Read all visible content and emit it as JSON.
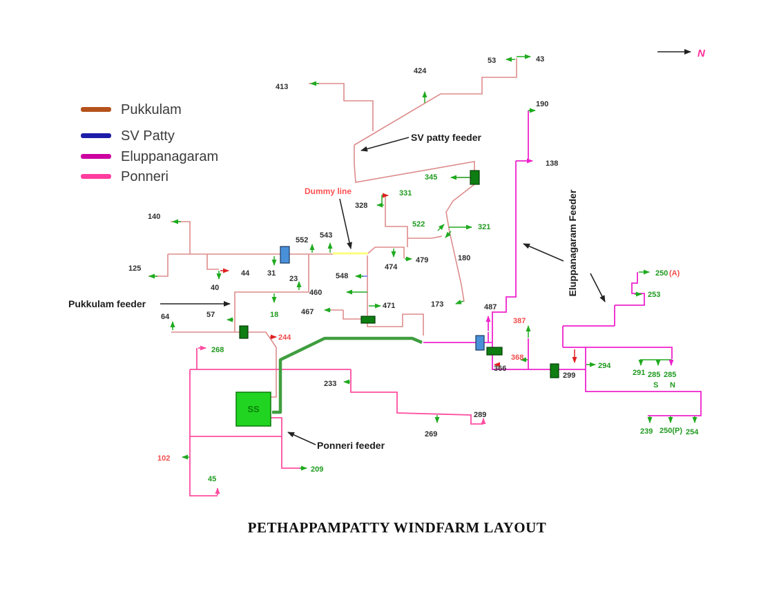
{
  "title": "PETHAPPAMPATTY WINDFARM LAYOUT",
  "north_label": "N",
  "legend": {
    "items": [
      {
        "label": "Pukkulam",
        "color": "#b5521b"
      },
      {
        "label": "SV Patty",
        "color": "#1c1ca8"
      },
      {
        "label": "Eluppanagaram",
        "color": "#cc00a0"
      },
      {
        "label": "Ponneri",
        "color": "#ff3d9e"
      }
    ]
  },
  "annotations": {
    "sv_patty_feeder": "SV patty feeder",
    "eluppanagaram_feeder": "Eluppanagaram Feeder",
    "pukkulam_feeder": "Pukkulam feeder",
    "ponneri_feeder": "Ponneri feeder",
    "dummy_line": "Dummy line",
    "substation": "SS"
  },
  "colors": {
    "sv_patty_line": "#dd8b8b",
    "eluppanagaram_line": "#ee22cc",
    "ponneri_line": "#ff4da0",
    "arrow_green": "#1faa1f",
    "arrow_red": "#e02020",
    "dummy_segment": "#ffff7d",
    "substation_fill": "#21d421"
  },
  "nodes": {
    "n413": "413",
    "n424": "424",
    "n53": "53",
    "n43": "43",
    "n190": "190",
    "n138": "138",
    "n345": "345",
    "n331": "331",
    "n328": "328",
    "n522": "522",
    "n321": "321",
    "n552": "552",
    "n543": "543",
    "n140": "140",
    "n125": "125",
    "n40": "40",
    "n44": "44",
    "n31": "31",
    "n23": "23",
    "n548": "548",
    "n474": "474",
    "n479": "479",
    "n180": "180",
    "n460": "460",
    "n471": "471",
    "n467": "467",
    "n173": "173",
    "n487": "487",
    "n387": "387",
    "n368": "368",
    "n366": "366",
    "n64": "64",
    "n57": "57",
    "n18": "18",
    "n244": "244",
    "n268": "268",
    "n299": "299",
    "n294": "294",
    "n291": "291",
    "n285s": "285",
    "n285s_sub": "S",
    "n285n": "285",
    "n285n_sub": "N",
    "n250a": "250",
    "n250a_suffix": "(A)",
    "n253": "253",
    "n233": "233",
    "n269": "269",
    "n289": "289",
    "n239": "239",
    "n250p": "250(P)",
    "n254": "254",
    "n209": "209",
    "n102": "102",
    "n45": "45"
  }
}
